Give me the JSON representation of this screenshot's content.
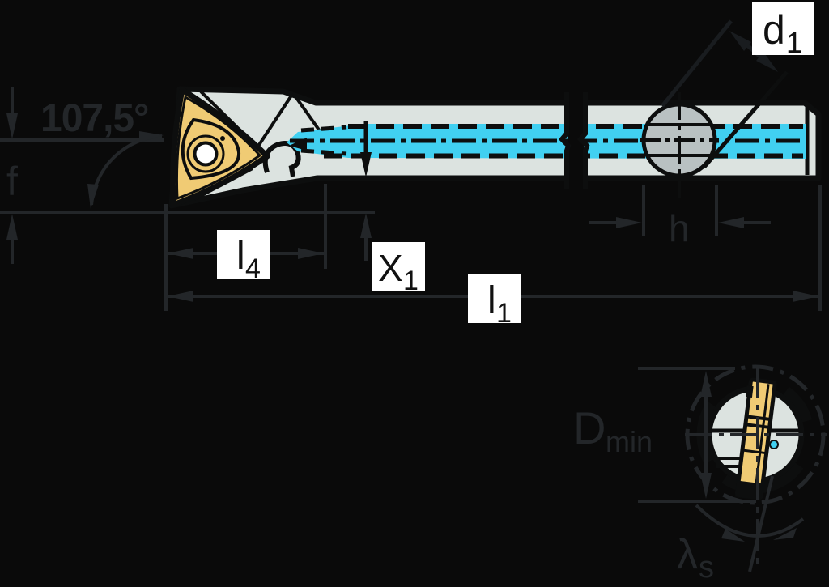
{
  "drawing": {
    "description": "Technical dimension drawing of a boring bar (internal turning tool) with triangular insert, internal coolant channel, clamping cross-hole and end cross-section view"
  },
  "labels": {
    "angle": "107,5°",
    "f": "f",
    "l4_main": "l",
    "l4_sub": "4",
    "x1_main": "X",
    "x1_sub": "1",
    "l1_main": "l",
    "l1_sub": "1",
    "h": "h",
    "d1_main": "d",
    "d1_sub": "1",
    "dmin_main": "D",
    "dmin_sub": "min",
    "lambda_main": "λ",
    "lambda_sub": "s"
  },
  "colors": {
    "background": "#0a0a0a",
    "dimension": "#232629",
    "outline": "#0d0e0e",
    "body": "#dce3e0",
    "hole": "#b9c1c2",
    "insert": "#f0cb74",
    "coolant": "#41d0f1",
    "label_bg": "#ffffff",
    "label_text": "#111111"
  }
}
